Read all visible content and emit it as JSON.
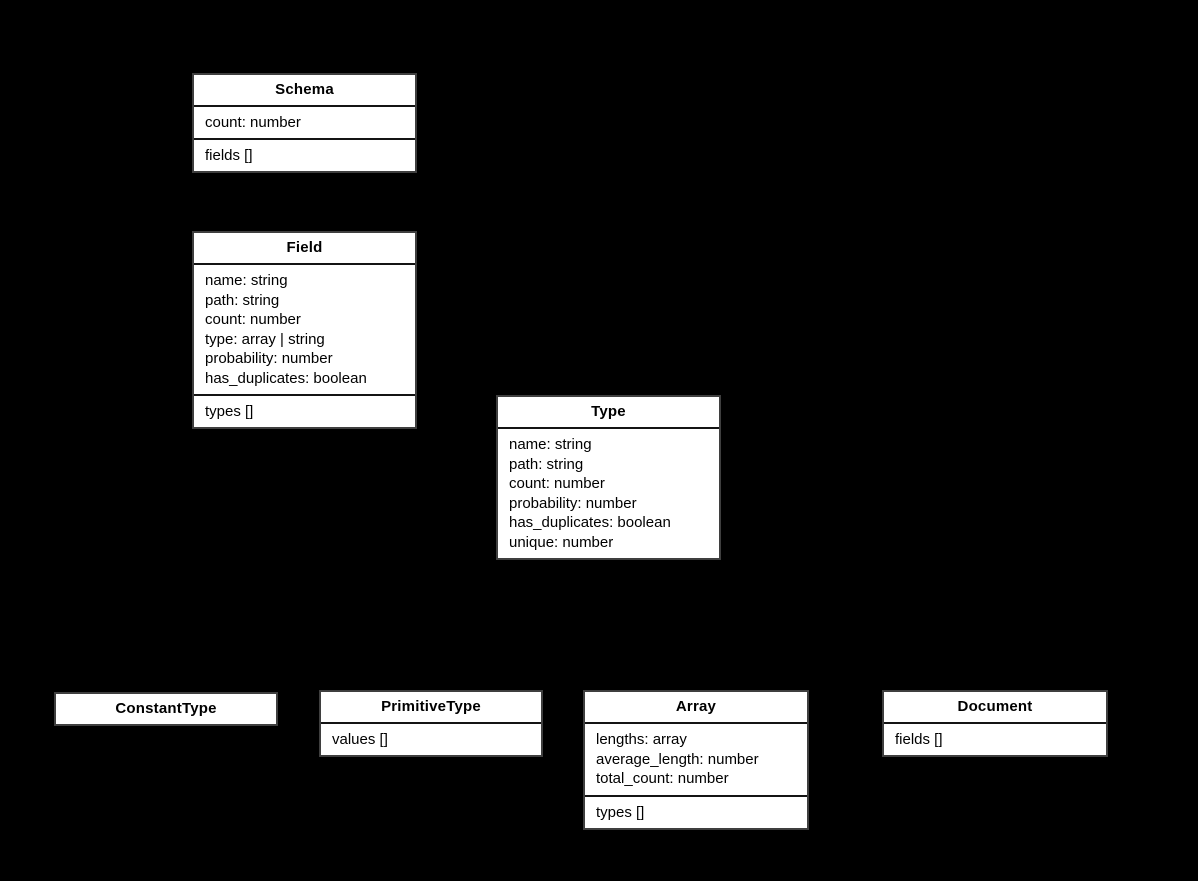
{
  "diagram": {
    "kind": "uml-class-diagram",
    "colors": {
      "background": "#000000",
      "box_fill": "#ffffff",
      "box_border": "#3f3f3f",
      "separator": "#141414",
      "text": "#000000"
    },
    "classes": [
      {
        "name": "Schema",
        "compartments": [
          [
            "count: number"
          ],
          [
            "fields []"
          ]
        ]
      },
      {
        "name": "Field",
        "compartments": [
          [
            "name: string",
            "path: string",
            "count: number",
            "type: array | string",
            "probability: number",
            "has_duplicates: boolean"
          ],
          [
            "types []"
          ]
        ]
      },
      {
        "name": "Type",
        "compartments": [
          [
            "name: string",
            "path: string",
            "count: number",
            "probability: number",
            "has_duplicates: boolean",
            "unique: number"
          ]
        ]
      },
      {
        "name": "ConstantType",
        "compartments": []
      },
      {
        "name": "PrimitiveType",
        "compartments": [
          [
            "values []"
          ]
        ]
      },
      {
        "name": "Array",
        "compartments": [
          [
            "lengths: array",
            "average_length: number",
            "total_count: number"
          ],
          [
            "types []"
          ]
        ]
      },
      {
        "name": "Document",
        "compartments": [
          [
            "fields []"
          ]
        ]
      }
    ]
  }
}
